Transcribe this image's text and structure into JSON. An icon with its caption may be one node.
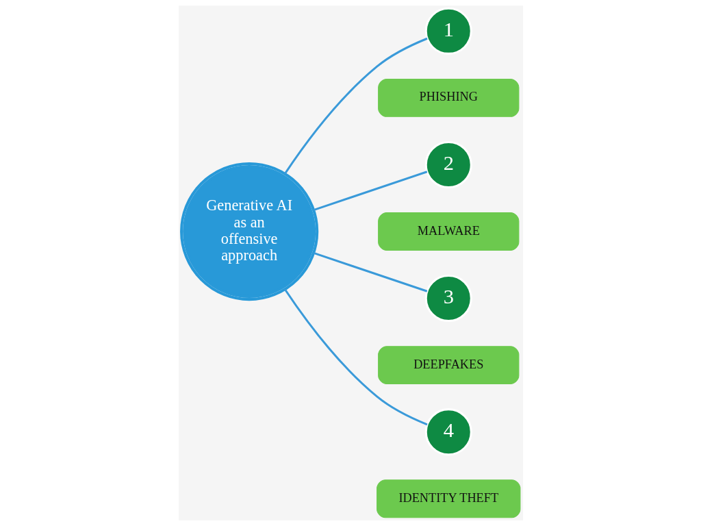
{
  "diagram": {
    "nodes": [
      {
        "text": [
          "Generative AI as an offensive approach"
        ]
      },
      {
        "text": [
          "1"
        ]
      },
      {
        "text": [
          "PHISHING"
        ]
      },
      {
        "text": [
          "2"
        ]
      },
      {
        "text": [
          "MALWARE"
        ]
      },
      {
        "text": [
          "3"
        ]
      },
      {
        "text": [
          "DEEPFAKES"
        ]
      },
      {
        "text": [
          "4"
        ]
      },
      {
        "text": [
          "IDENTITY THEFT"
        ]
      }
    ],
    "edges": [
      {
        "from": 0,
        "to": 1,
        "arrow": "none"
      },
      {
        "from": 0,
        "to": 3,
        "arrow": "none"
      },
      {
        "from": 0,
        "to": 5,
        "arrow": "none"
      },
      {
        "from": 0,
        "to": 7,
        "arrow": "none"
      }
    ]
  }
}
